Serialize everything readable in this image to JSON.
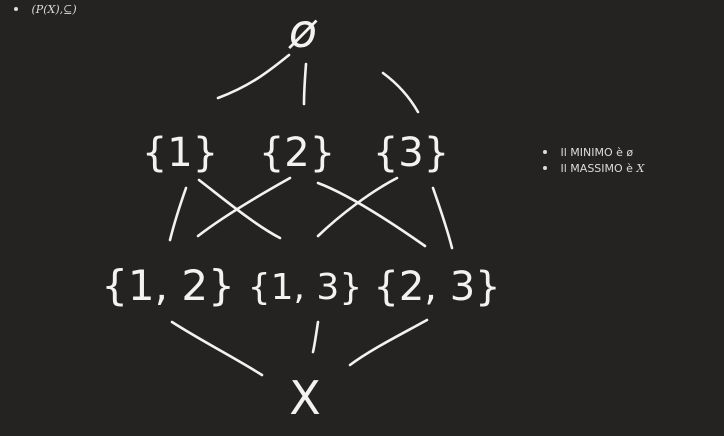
{
  "notes": {
    "poset": "(P(X),⊆)",
    "minimum": "Il MINIMO è ø",
    "maximum_prefix": "Il  MASSIMO è",
    "maximum_var": "X"
  },
  "diagram": {
    "bottom": "ø",
    "singletons": [
      "{1}",
      "{2}",
      "{3}"
    ],
    "pairs": [
      "{1, 2}",
      "{1, 3}",
      "{2, 3}"
    ],
    "top": "X"
  },
  "colors": {
    "background": "#242322",
    "ink": "#f2f2f2",
    "text": "#dcdcdc"
  }
}
